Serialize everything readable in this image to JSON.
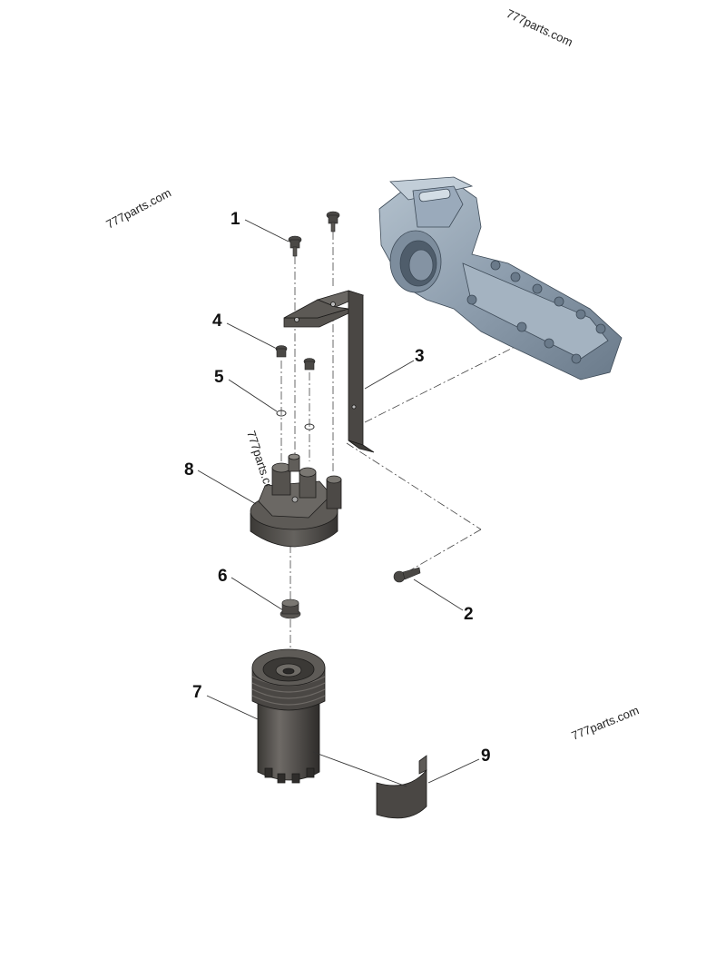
{
  "watermarks": [
    "777parts.com",
    "777parts.com",
    "777parts.com",
    "777parts.com"
  ],
  "callouts": [
    "1",
    "2",
    "3",
    "4",
    "5",
    "6",
    "7",
    "8",
    "9"
  ],
  "colors": {
    "part_dark": "#4a4845",
    "part_mid": "#6b6864",
    "housing_blue": "#8b9bab",
    "housing_light": "#aab8c5",
    "housing_dark": "#5e6e7e"
  }
}
